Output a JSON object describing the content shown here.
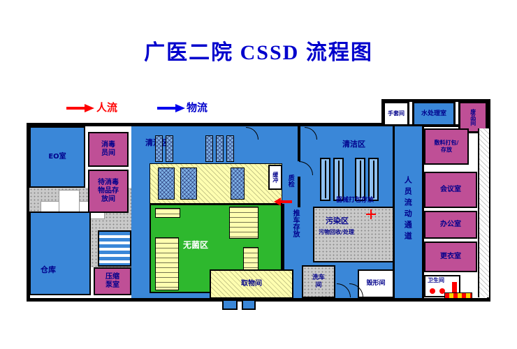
{
  "title": "广医二院 CSSD 流程图",
  "legend": {
    "people_label": "人流",
    "material_label": "物流",
    "people_color": "#ff0000",
    "material_color": "#0000cc"
  },
  "colors": {
    "title_blue": "#0000cc",
    "label_blue": "#00008b",
    "room_blue": "#3a87d8",
    "room_pink": "#bf4f96",
    "sterile_green": "#2eb82e",
    "area_yellow": "#ffffb0",
    "area_gray": "#c9c9c9"
  },
  "rooms": {
    "eo_room": "EO室",
    "disinfection_staff_room": "消毒员间",
    "pending_disinfection_storage": "待消毒物品存放间",
    "warehouse": "仓库",
    "compression_pump_room": "压缩泵室",
    "clean_area_left": "清洁区",
    "sterile_area": "无菌区",
    "buffer_room": "缓冲",
    "quality_check": "质检",
    "cart_storage": "推车存放",
    "pickup_room": "取物间",
    "clean_area_right": "清洁区",
    "instrument_packing_storage": "器械打包存放",
    "contaminated_area_title": "污染区",
    "contaminated_area_subtitle": "污物回收/处理",
    "cart_washing_room": "洗车间",
    "destruction_room": "毁形间",
    "personnel_corridor": "人员流动通道",
    "glove_room": "手套间",
    "water_treatment_room": "水处理室",
    "scrap_room": "废品间",
    "dressing_packing_storage": "敷料打包/存放",
    "meeting_room": "会议室",
    "office": "办公室",
    "changing_room": "更衣室",
    "toilet": "卫生间"
  }
}
